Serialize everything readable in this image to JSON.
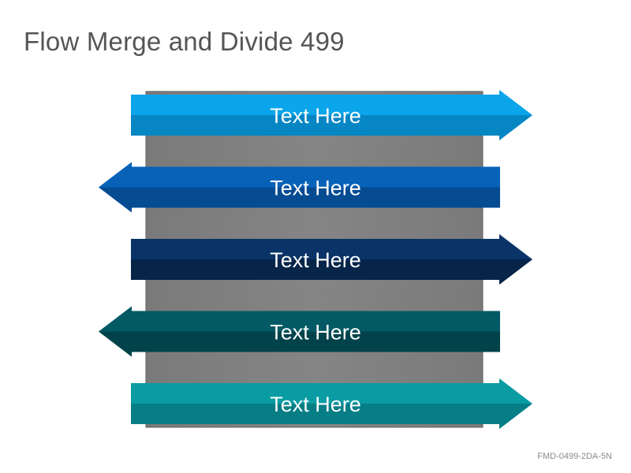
{
  "title": "Flow Merge and Divide 499",
  "footer": "FMD-0499-2DA-5N",
  "colors": {
    "background_panel": "#808080",
    "panel_border": "#5f5f5f"
  },
  "arrows": [
    {
      "label": "Text Here",
      "direction": "right",
      "color": "#0aa5ea",
      "shade": "#0786c4"
    },
    {
      "label": "Text Here",
      "direction": "left",
      "color": "#0762b8",
      "shade": "#054c93"
    },
    {
      "label": "Text Here",
      "direction": "right",
      "color": "#0a3468",
      "shade": "#062549"
    },
    {
      "label": "Text Here",
      "direction": "left",
      "color": "#035a64",
      "shade": "#02434b"
    },
    {
      "label": "Text Here",
      "direction": "right",
      "color": "#0a9ca3",
      "shade": "#077e85"
    }
  ]
}
